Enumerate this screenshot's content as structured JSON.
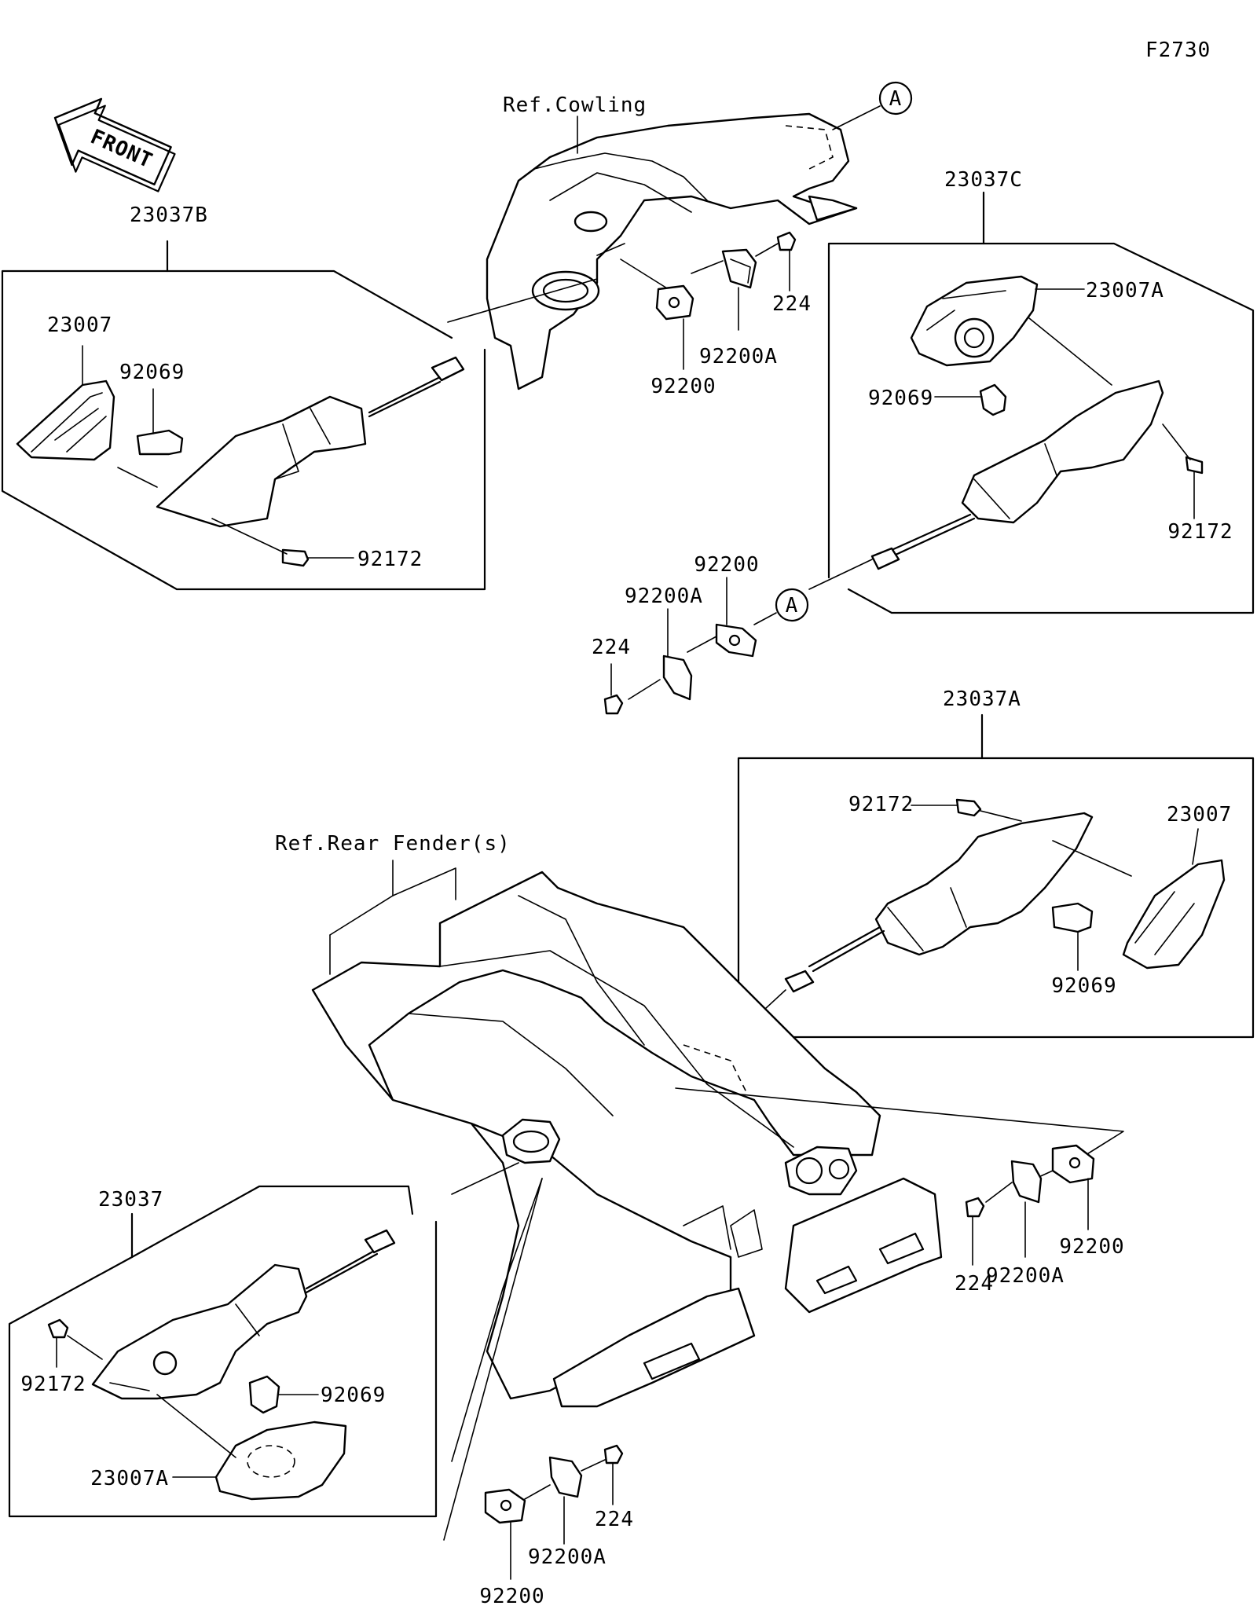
{
  "figure_code": "F2730",
  "front_arrow_text": "FRONT",
  "refs": {
    "cowling": "Ref.Cowling",
    "rear_fender": "Ref.Rear Fender(s)"
  },
  "connector_marker": "A",
  "groups": {
    "front_left": {
      "assembly": "23037B",
      "lens": "23007",
      "bulb": "92069",
      "screw": "92172"
    },
    "front_right": {
      "assembly": "23037C",
      "lens": "23007A",
      "bulb": "92069",
      "screw": "92172"
    },
    "rear_right": {
      "assembly": "23037A",
      "lens": "23007",
      "bulb": "92069",
      "screw": "92172"
    },
    "rear_left": {
      "assembly": "23037",
      "lens": "23007A",
      "bulb": "92069",
      "screw": "92172"
    }
  },
  "mount": {
    "bolt": "224",
    "plate": "92200",
    "bracket": "92200A"
  }
}
